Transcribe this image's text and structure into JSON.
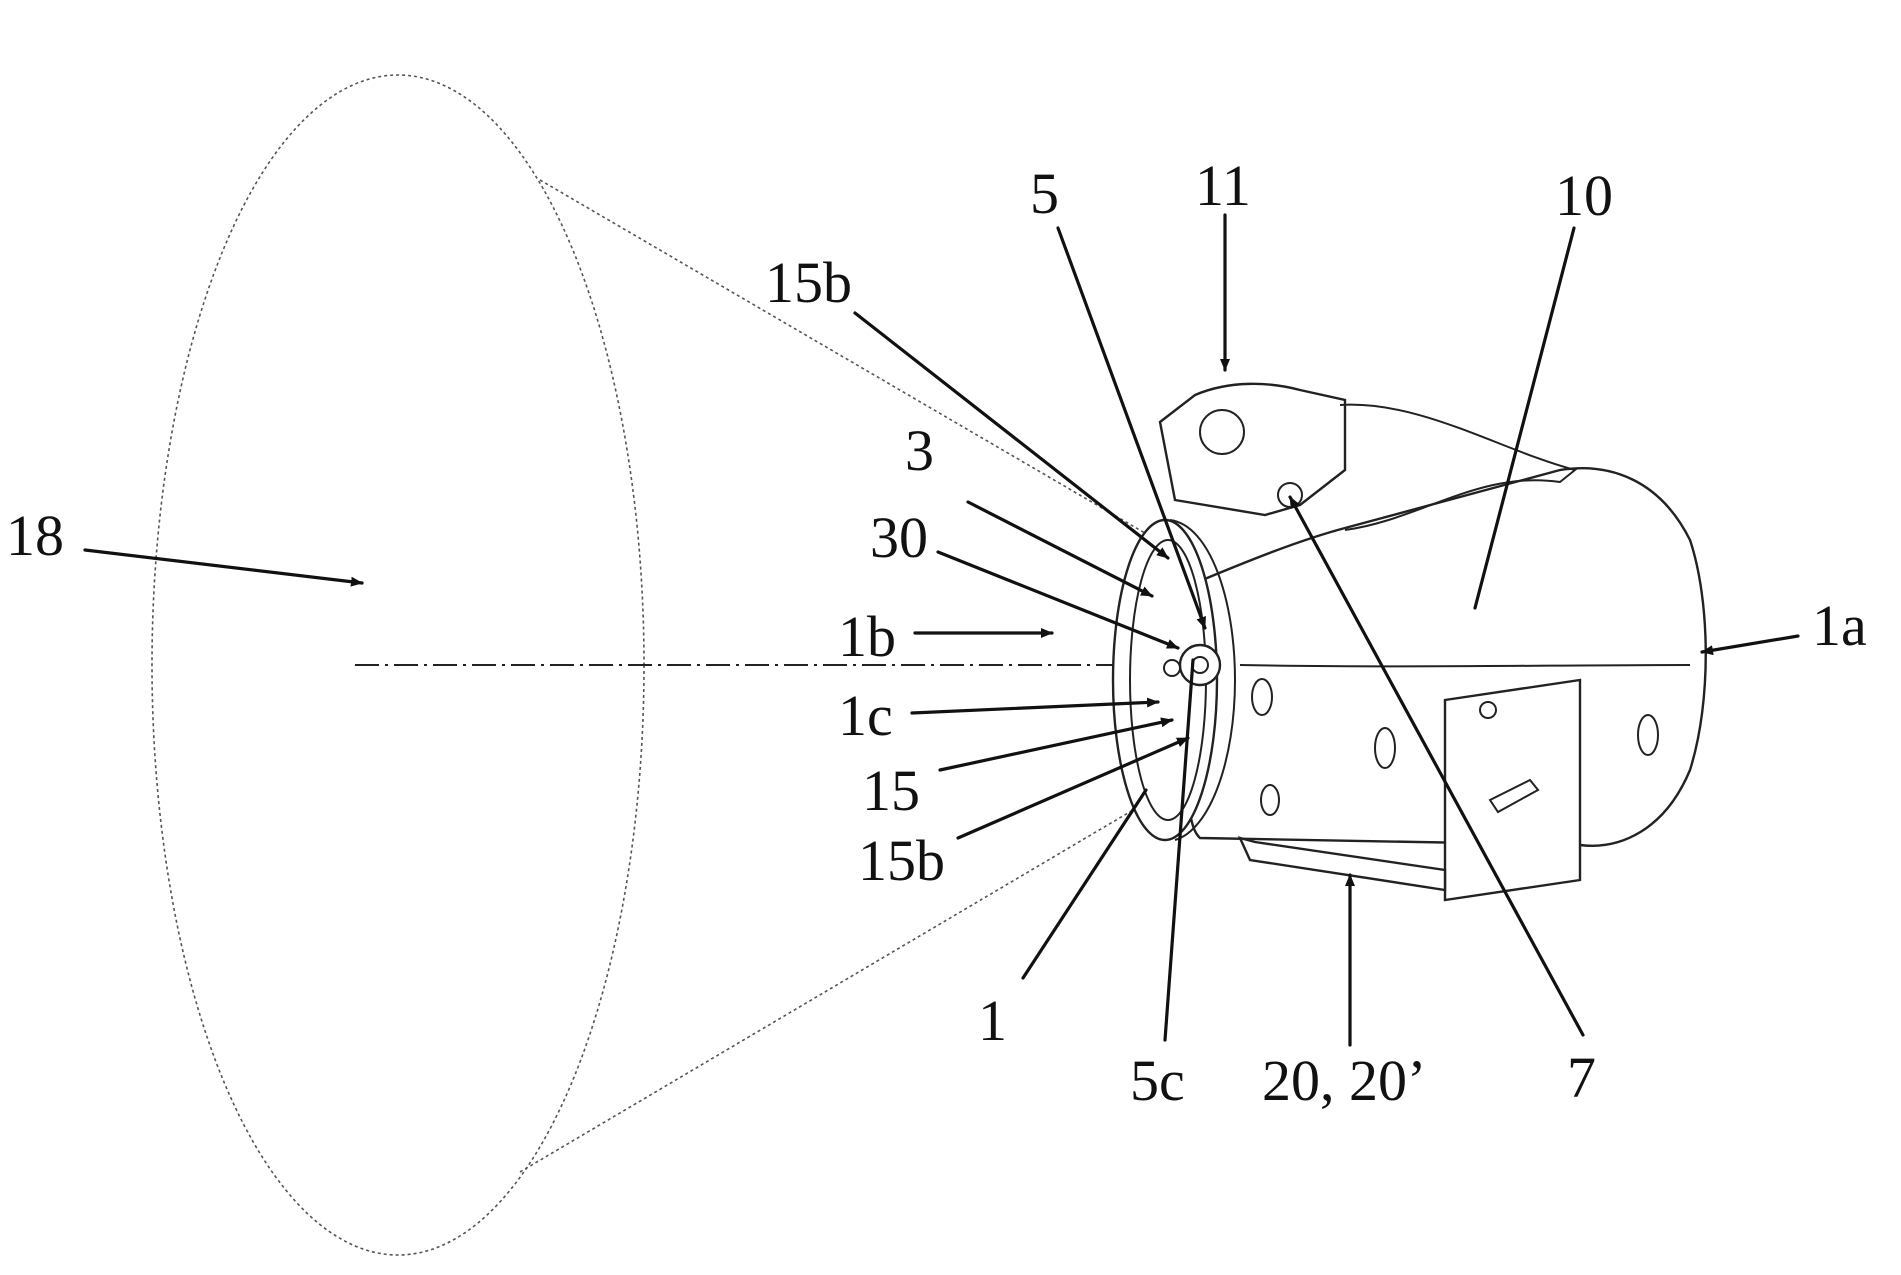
{
  "labels": {
    "l18": "18",
    "l15b_top": "15b",
    "l3": "3",
    "l30": "30",
    "l1b": "1b",
    "l1c": "1c",
    "l15": "15",
    "l15b_bottom": "15b",
    "l1": "1",
    "l5": "5",
    "l5c": "5c",
    "l11": "11",
    "l10": "10",
    "l1a": "1a",
    "l7": "7",
    "l20": "20, 20’"
  }
}
